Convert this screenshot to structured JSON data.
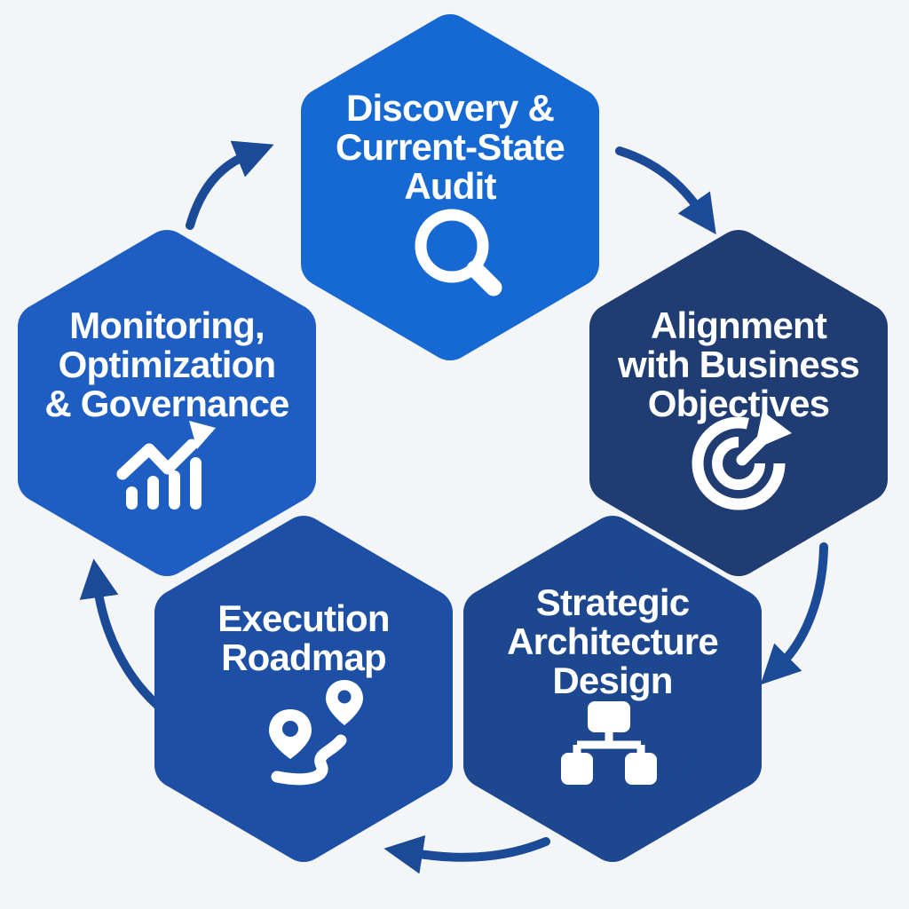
{
  "diagram": {
    "background": "#f4f5f7",
    "arrow_color": "#1b4b97",
    "text_color": "#ffffff",
    "icon_color": "#ffffff",
    "steps": [
      {
        "id": "discovery",
        "label": "Discovery &\nCurrent-State\nAudit",
        "icon": "search-icon",
        "color": "#1668d2"
      },
      {
        "id": "alignment",
        "label": "Alignment\nwith Business\nObjectives",
        "icon": "target-dart-icon",
        "color": "#1f3d73"
      },
      {
        "id": "strategic",
        "label": "Strategic\nArchitecture\nDesign",
        "icon": "org-chart-icon",
        "color": "#1d4890"
      },
      {
        "id": "execution",
        "label": "Execution\nRoadmap",
        "icon": "route-pins-icon",
        "color": "#1d4fa4"
      },
      {
        "id": "monitoring",
        "label": "Monitoring,\nOptimization\n& Governance",
        "icon": "trend-up-icon",
        "color": "#1e5ec3"
      }
    ],
    "arrows": [
      {
        "from": "monitoring",
        "to": "discovery"
      },
      {
        "from": "discovery",
        "to": "alignment"
      },
      {
        "from": "alignment",
        "to": "strategic"
      },
      {
        "from": "strategic",
        "to": "execution"
      },
      {
        "from": "execution",
        "to": "monitoring"
      }
    ]
  }
}
